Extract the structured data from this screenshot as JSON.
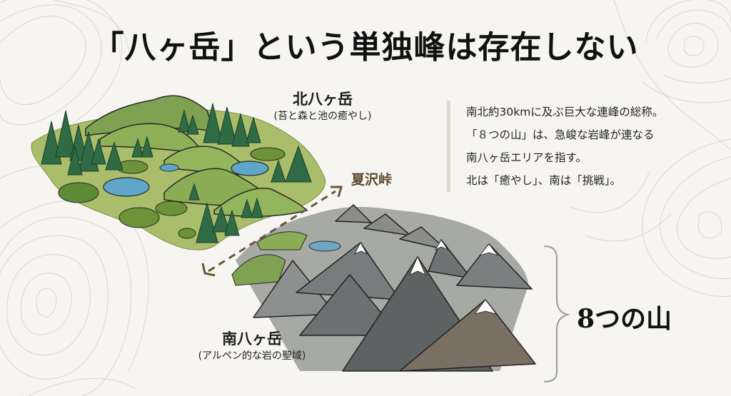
{
  "slide": {
    "title": "「八ヶ岳」という単独峰は存在しない",
    "north": {
      "name": "北八ヶ岳",
      "subtitle": "(苔と森と池の癒やし)",
      "icon": "forest-lake-landscape-illustration",
      "colors": {
        "grass": "#9bb35e",
        "forest": "#2f6b45",
        "pond": "#5fa6c9"
      }
    },
    "pass": {
      "name": "夏沢峠",
      "icon": "dashed-double-arrow",
      "color": "#6b5638"
    },
    "south": {
      "name": "南八ヶ岳",
      "subtitle": "(アルペン的な岩の聖域)",
      "icon": "rocky-alpine-peaks-illustration",
      "colors": {
        "rock": "#7b7d7c",
        "rock_dark": "#4f5556",
        "snow": "#ffffff"
      }
    },
    "description": {
      "lines": [
        "南北約30kmに及ぶ巨大な連峰の総称。",
        "「８つの山」は、急峻な岩峰が連なる",
        "南八ヶ岳エリアを指す。",
        "北は「癒やし」、南は「挑戦」。"
      ],
      "bar_color": "#ddd8cc"
    },
    "bracket_label": "8つの山",
    "background": {
      "color": "#f6f5f1",
      "pattern": "topographic-contour-lines",
      "line_color": "#dcd6cb"
    }
  }
}
